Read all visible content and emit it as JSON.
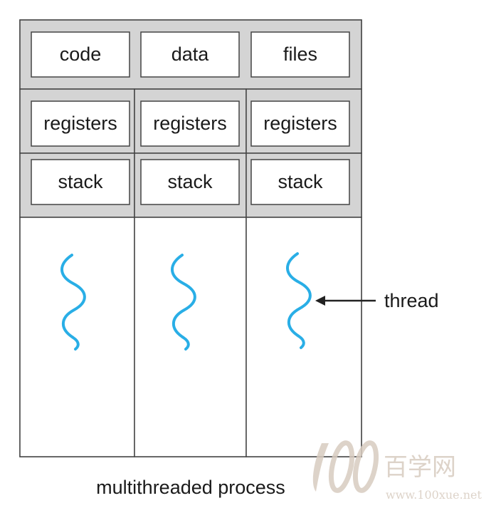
{
  "shared": {
    "code_label": "code",
    "data_label": "data",
    "files_label": "files"
  },
  "threads": [
    {
      "registers_label": "registers",
      "stack_label": "stack"
    },
    {
      "registers_label": "registers",
      "stack_label": "stack"
    },
    {
      "registers_label": "registers",
      "stack_label": "stack"
    }
  ],
  "thread_label": "thread",
  "caption": "multithreaded process",
  "watermark": {
    "logo_text": "100",
    "site_name": "百学网",
    "url": "www.100xue.net"
  },
  "colors": {
    "panel_fill": "#d4d4d4",
    "box_fill": "#ffffff",
    "border": "#444444",
    "thread_wave": "#29aee6",
    "arrow": "#222222",
    "watermark": "#d8ccc0"
  },
  "icons": {
    "thread": "wavy-line-icon",
    "pointer": "arrow-left-icon"
  }
}
